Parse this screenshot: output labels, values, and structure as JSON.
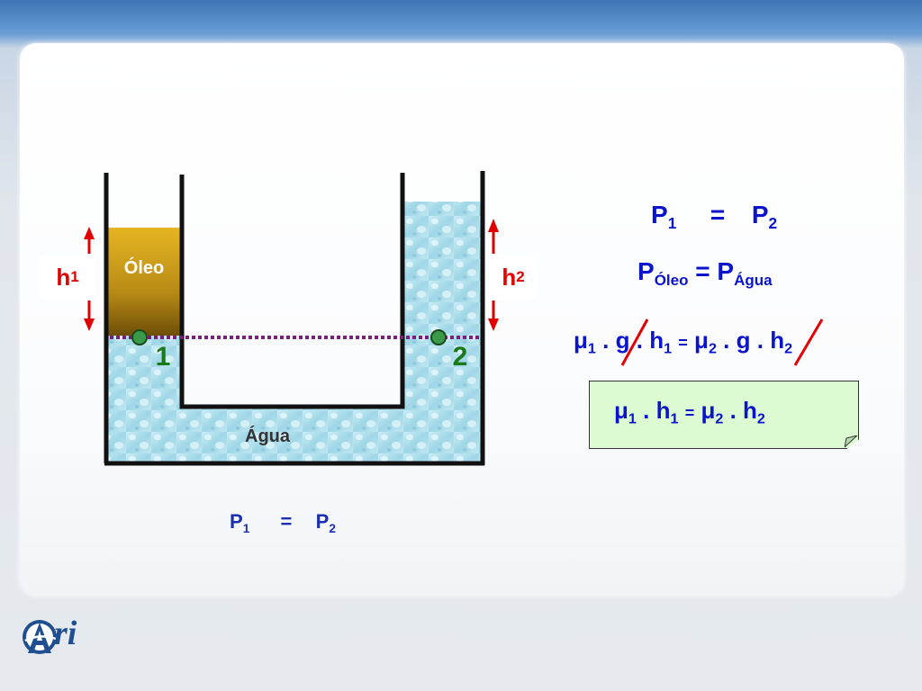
{
  "diagram": {
    "oil_label": "Óleo",
    "water_label": "Água",
    "point_1": "1",
    "point_2": "2",
    "h_left": {
      "base": "h",
      "sub": "1"
    },
    "h_right": {
      "base": "h",
      "sub": "2"
    },
    "bottom_equation": {
      "left": "P",
      "left_sub": "1",
      "op": "=",
      "right": "P",
      "right_sub": "2"
    }
  },
  "equations": {
    "line1": {
      "left": "P",
      "left_sub": "1",
      "op": "=",
      "right": "P",
      "right_sub": "2"
    },
    "line2": {
      "left": "P",
      "left_sub": "Óleo",
      "op": "=",
      "right": "P",
      "right_sub": "Água"
    },
    "line3": {
      "mu1": "μ",
      "mu1_sub": "1",
      "dot1": ".",
      "g1": "g",
      "dot2": ".",
      "h1": "h",
      "h1_sub": "1",
      "op": "=",
      "mu2": "μ",
      "mu2_sub": "2",
      "dot3": ".",
      "g2": "g",
      "dot4": ".",
      "h2": "h",
      "h2_sub": "2"
    },
    "result": {
      "mu1": "μ",
      "mu1_sub": "1",
      "dot1": ".",
      "h1": "h",
      "h1_sub": "1",
      "op": "=",
      "mu2": "μ",
      "mu2_sub": "2",
      "dot2": ".",
      "h2": "h",
      "h2_sub": "2"
    }
  },
  "logo": {
    "text": "ri"
  },
  "colors": {
    "equation_blue": "#0a14cc",
    "height_red": "#e00000",
    "point_green": "#1a7a1a",
    "oil": "#c99a10",
    "water": "#a9dbe8",
    "level_line": "#7a1f7a",
    "result_box": "#dcfbd2"
  }
}
